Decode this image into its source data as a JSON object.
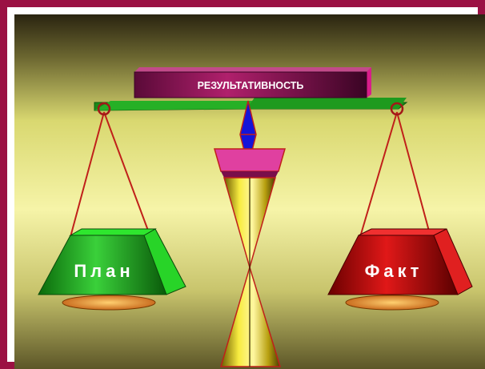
{
  "diagram": {
    "beam_label": "РЕЗУЛЬТАТИВНОСТЬ",
    "left_pan_label": "План",
    "right_pan_label": "Факт"
  },
  "colors": {
    "frame": "#9b1143",
    "beam": "#8a1454",
    "pan_left": "#17a317",
    "pan_right": "#b30000",
    "pivot": "#1010d0",
    "column": "#f0e030"
  }
}
